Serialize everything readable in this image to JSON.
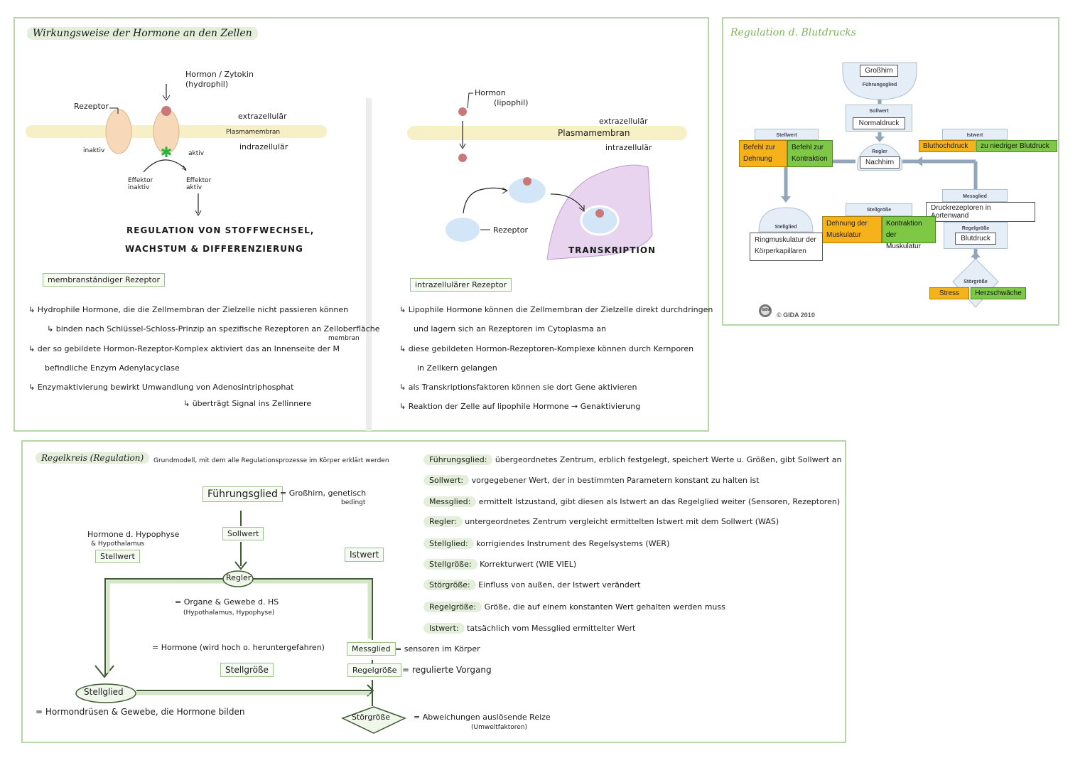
{
  "panel1": {
    "title": "Wirkungsweise der Hormone an den Zellen",
    "left": {
      "hormone": "Hormon / Zytokin",
      "hormone_sub": "(hydrophil)",
      "receptor": "Rezeptor",
      "extracellular": "extrazellulär",
      "membrane": "Plasmamembran",
      "intracellular": "indrazellulär",
      "inactive": "inaktiv",
      "active": "aktiv",
      "effector_inactive": "Effektor inaktiv",
      "effector_active": "Effektor aktiv",
      "result_line1": "REGULATION VON STOFFWECHSEL,",
      "result_line2": "WACHSTUM & DIFFERENZIERUNG",
      "box": "membranständiger Rezeptor",
      "notes": [
        "↳ Hydrophile Hormone, die die Zellmembran der Zielzelle nicht passieren können",
        "↳ binden nach Schlüssel-Schloss-Prinzip an spezifische Rezeptoren an Zelloberfläche",
        "membran",
        "↳ der so gebildete Hormon-Rezeptor-Komplex aktiviert das an Innenseite der M",
        "befindliche Enzym Adenylacyclase",
        "↳ Enzymaktivierung bewirkt Umwandlung von Adenosintriphosphat",
        "↳ überträgt Signal ins Zellinnere"
      ]
    },
    "right": {
      "hormone": "Hormon",
      "hormone_sub": "(lipophil)",
      "extracellular": "extrazellulär",
      "membrane": "Plasmamembran",
      "intracellular": "intrazellulär",
      "receptor": "Rezeptor",
      "transcription": "TRANSKRIPTION",
      "box": "intrazellulärer Rezeptor",
      "notes": [
        "↳ Lipophile Hormone können die Zellmembran der Zielzelle direkt durchdringen",
        "und lagern sich an Rezeptoren im Cytoplasma an",
        "↳ diese gebildeten Hormon-Rezeptoren-Komplexe können durch Kernporen",
        "in Zellkern gelangen",
        "↳ als Transkriptionsfaktoren können sie dort Gene aktivieren",
        "↳ Reaktion der Zelle auf lipophile Hormone → Genaktivierung"
      ]
    }
  },
  "panel2": {
    "title": "Regulation d. Blutdrucks",
    "fuehrungsgroesse": "Großhirn",
    "fuehrungsglied": "Führungsglied",
    "sollwert_cap": "Sollwert",
    "sollwert": "Normaldruck",
    "stellwert_cap": "Stellwert",
    "istwert_cap": "Istwert",
    "befehl_dehnung": "Befehl zur Dehnung",
    "befehl_kontraktion": "Befehl zur Kontraktion",
    "regler_cap": "Regler",
    "regler": "Nachhirn",
    "bluthochdruck": "Bluthochdruck",
    "niedriger": "zu niedriger Blutdruck",
    "messglied_cap": "Messglied",
    "messglied": "Druckrezeptoren in Aortenwand",
    "stellgroesse_cap": "Stellgröße",
    "dehnung": "Dehnung der Muskulatur",
    "kontraktion": "Kontraktion der Muskulatur",
    "stellglied_cap": "Stellglied",
    "stellglied": "Ringmuskulatur der Körperkapillaren",
    "regelgroesse_cap": "Regelgröße",
    "regelgroesse": "Blutdruck",
    "stoergroesse_cap": "Störgröße",
    "stress": "Stress",
    "herz": "Herzschwäche",
    "copyright": "© GIDA 2010",
    "logo": "GIDA"
  },
  "panel3": {
    "title": "Regelkreis (Regulation)",
    "subtitle": "Grundmodell, mit dem alle Regulationsprozesse im Körper erklärt werden",
    "fuehrungsglied": "Führungsglied",
    "fuehrungsglied_note": "= Großhirn, genetisch",
    "fuehrungsglied_note2": "bedingt",
    "hormon_note": "Hormone d. Hypophyse",
    "hormon_note2": "& Hypothalamus",
    "stellwert": "Stellwert",
    "sollwert": "Sollwert",
    "istwert": "Istwert",
    "regler": "Regler",
    "regler_note": "= Organe & Gewebe d. HS",
    "regler_note2": "(Hypothalamus, Hypophyse)",
    "hormone_note": "= Hormone (wird hoch o. heruntergefahren)",
    "messglied": "Messglied",
    "messglied_note": "= sensoren im Körper",
    "stellgroesse": "Stellgröße",
    "regelgroesse": "Regelgröße",
    "regelgroesse_note": "= regulierte Vorgang",
    "stellglied": "Stellglied",
    "stellglied_note": "= Hormondrüsen & Gewebe, die Hormone bilden",
    "stoergroesse": "Störgröße",
    "stoergroesse_note": "= Abweichungen auslösende Reize",
    "stoergroesse_note2": "(Umweltfaktoren)",
    "definitions": [
      {
        "term": "Führungsglied:",
        "text": "übergeordnetes Zentrum, erblich festgelegt, speichert Werte u. Größen, gibt Sollwert an"
      },
      {
        "term": "Sollwert:",
        "text": "vorgegebener Wert, der in bestimmten Parametern konstant zu halten ist"
      },
      {
        "term": "Messglied:",
        "text": "ermittelt Istzustand, gibt diesen als Istwert an das Regelglied weiter (Sensoren, Rezeptoren)"
      },
      {
        "term": "Regler:",
        "text": "untergeordnetes Zentrum vergleicht ermittelten Istwert mit dem Sollwert (WAS)"
      },
      {
        "term": "Stellglied:",
        "text": "korrigiendes Instrument des Regelsystems (WER)"
      },
      {
        "term": "Stellgröße:",
        "text": "Korrekturwert (WIE VIEL)"
      },
      {
        "term": "Störgröße:",
        "text": "Einfluss von außen, der Istwert verändert"
      },
      {
        "term": "Regelgröße:",
        "text": "Größe, die auf einem konstanten Wert gehalten werden muss"
      },
      {
        "term": "Istwert:",
        "text": "tatsächlich vom Messglied ermittelter Wert"
      }
    ]
  }
}
